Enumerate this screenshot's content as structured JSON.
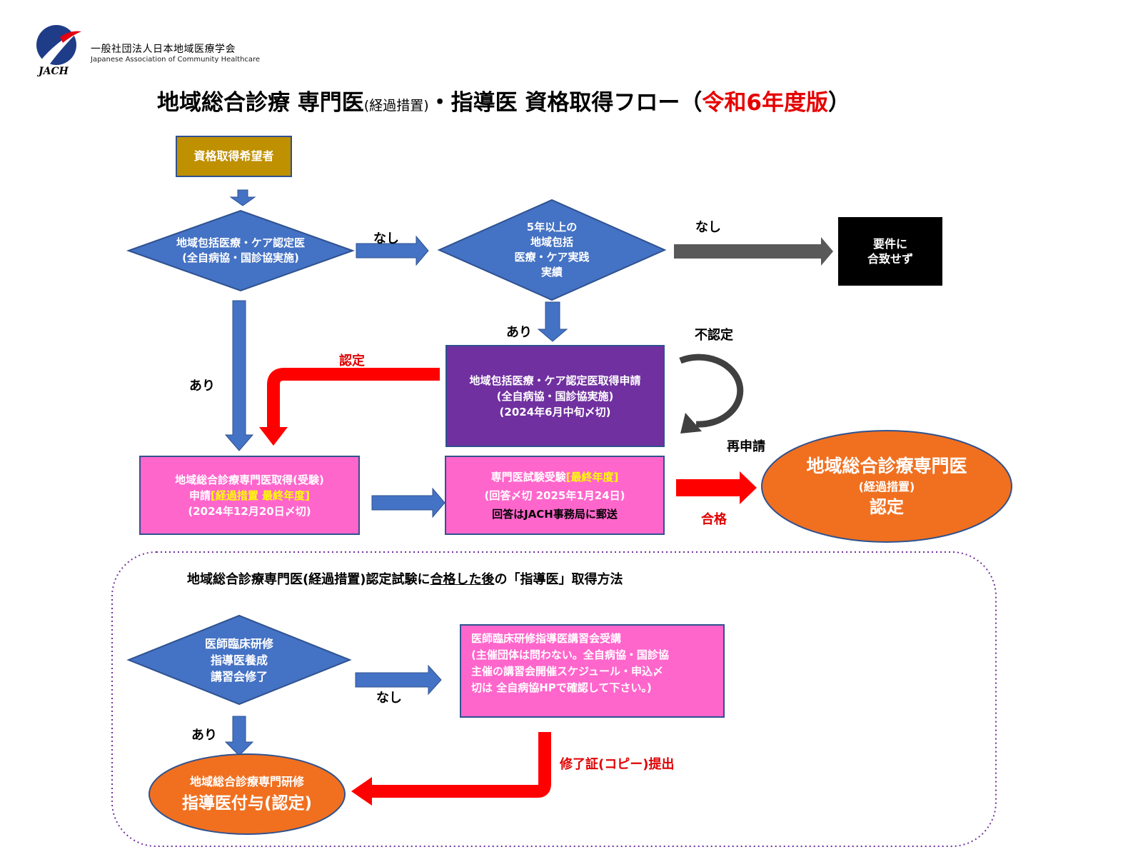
{
  "org": {
    "name_ja": "一般社団法人日本地域医療学会",
    "name_en": "Japanese Association of Community Healthcare",
    "abbr": "JACH"
  },
  "title": {
    "part1": "地域総合診療 専門医",
    "part2": "(経過措置)",
    "part3": "・指導医 資格取得フロー（",
    "part4": "令和6年度版",
    "part5": "）"
  },
  "nodes": {
    "applicant": "資格取得希望者",
    "d1_line1": "地域包括医療・ケア認定医",
    "d1_line2": "(全自病協・国診協実施)",
    "d2_line1": "5年以上の",
    "d2_line2": "地域包括",
    "d2_line3": "医療・ケア実践",
    "d2_line4": "実績",
    "not_qualified_line1": "要件に",
    "not_qualified_line2": "合致せず",
    "cert_apply_line1": "地域包括医療・ケア認定医取得申請",
    "cert_apply_line2": "(全自病協・国診協実施)",
    "cert_apply_line3": "(2024年6月中旬〆切)",
    "spec_apply_line1": "地域総合診療専門医取得(受験)",
    "spec_apply_line2a": "申請",
    "spec_apply_line2b": "[経過措置 最終年度]",
    "spec_apply_line3": "(2024年12月20日〆切)",
    "exam_line1a": "専門医試験受験",
    "exam_line1b": "[最終年度]",
    "exam_line2": "(回答〆切 2025年1月24日)",
    "exam_line3": "回答はJACH事務局に郵送",
    "result_line1": "地域総合診療専門医",
    "result_line2": "(経過措置)",
    "result_line3": "認定",
    "d3_line1": "医師臨床研修",
    "d3_line2": "指導医養成",
    "d3_line3": "講習会修了",
    "course_line1": "医師臨床研修指導医講習会受講",
    "course_line2": "(主催団体は問わない。全自病協・国診協",
    "course_line3": "主催の講習会開催スケジュール・申込〆",
    "course_line4": "切は 全自病協HPで確認して下さい。)",
    "final_line1": "地域総合診療専門研修",
    "final_line2": "指導医付与(認定)"
  },
  "labels": {
    "none1": "なし",
    "none2": "なし",
    "none3": "なし",
    "yes1": "あり",
    "yes2": "あり",
    "yes3": "あり",
    "certified": "認定",
    "not_certified": "不認定",
    "reapply": "再申請",
    "pass": "合格",
    "submit_cert": "修了証(コピー)提出"
  },
  "section": {
    "part1": "地域総合診療専門医(経過措置)認定試験に",
    "part2": "合格した後",
    "part3": "の「指導医」取得方法"
  },
  "colors": {
    "blue": "#4472c4",
    "gold": "#bf9000",
    "purple": "#7030a0",
    "pink": "#ff66cc",
    "orange": "#f07020",
    "red": "#ff0000",
    "gray": "#595959",
    "black": "#000000"
  }
}
